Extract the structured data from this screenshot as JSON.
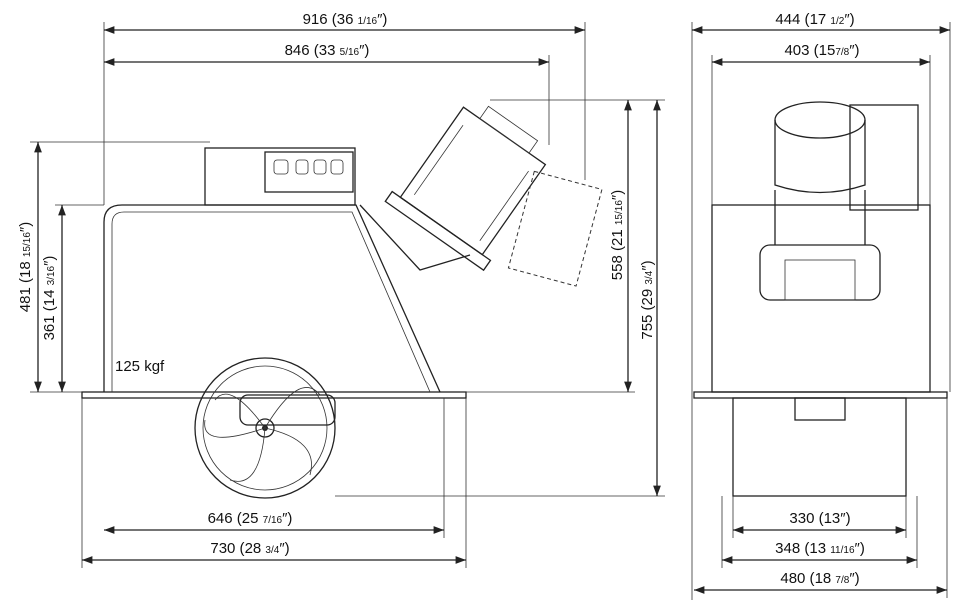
{
  "side_view": {
    "weight_label": "125 kgf",
    "dimensions": {
      "overall_length": {
        "mm": "916",
        "in": "36",
        "frac": "1/16"
      },
      "motor_length": {
        "mm": "846",
        "in": "33",
        "frac": "5/16"
      },
      "total_height": {
        "mm": "481",
        "in": "18",
        "frac": "15/16"
      },
      "housing_height": {
        "mm": "361",
        "in": "14",
        "frac": "3/16"
      },
      "tilted_height": {
        "mm": "558",
        "in": "21",
        "frac": "15/16"
      },
      "overall_height": {
        "mm": "755",
        "in": "29",
        "frac": "3/4"
      },
      "housing_length": {
        "mm": "646",
        "in": "25",
        "frac": "7/16"
      },
      "flange_length": {
        "mm": "730",
        "in": "28",
        "frac": "3/4"
      }
    }
  },
  "front_view": {
    "dimensions": {
      "overall_width": {
        "mm": "444",
        "in": "17",
        "frac": "1/2"
      },
      "housing_width": {
        "mm": "403",
        "in": "15",
        "frac": "7/8"
      },
      "tunnel_width": {
        "mm": "330",
        "in": "13",
        "frac": ""
      },
      "tunnel_outer_width": {
        "mm": "348",
        "in": "13",
        "frac": "11/16"
      },
      "flange_width": {
        "mm": "480",
        "in": "18",
        "frac": "7/8"
      }
    }
  }
}
